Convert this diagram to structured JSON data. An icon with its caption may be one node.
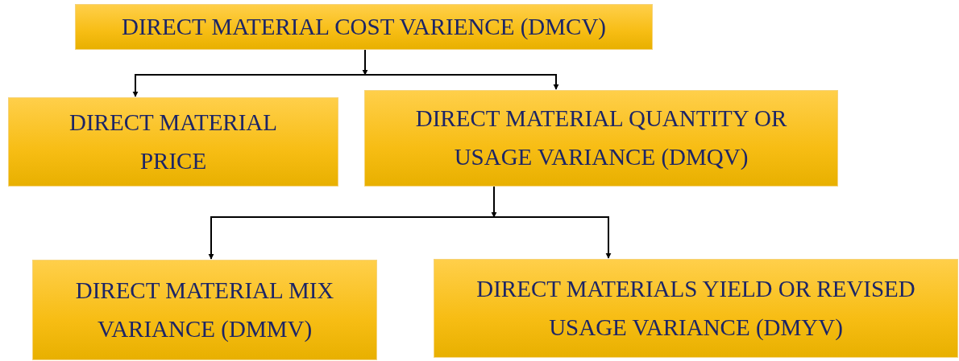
{
  "diagram": {
    "nodes": [
      {
        "text": [
          "DIRECT MATERIAL COST VARIENCE (DMCV)"
        ]
      },
      {
        "text": [
          "DIRECT MATERIAL PRICE"
        ]
      },
      {
        "text": [
          "DIRECT MATERIAL QUANTITY OR USAGE VARIANCE (DMQV)"
        ]
      },
      {
        "text": [
          "DIRECT MATERIAL MIX VARIANCE (DMMV)"
        ]
      },
      {
        "text": [
          "DIRECT MATERIALS YIELD OR REVISED USAGE VARIANCE (DMYV)"
        ]
      }
    ],
    "edges": [
      {
        "from": 0,
        "to": 1,
        "arrow": "to"
      },
      {
        "from": 0,
        "to": 2,
        "arrow": "to"
      },
      {
        "from": 2,
        "to": 3,
        "arrow": "to"
      },
      {
        "from": 2,
        "to": 4,
        "arrow": "to"
      }
    ]
  }
}
